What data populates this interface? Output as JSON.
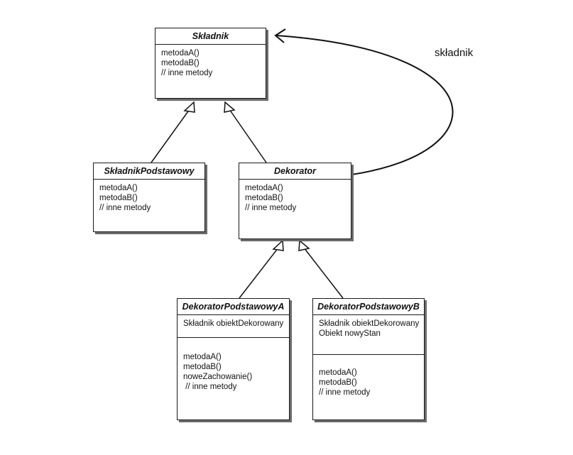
{
  "classes": {
    "skladnik": {
      "name": "Składnik",
      "methods": [
        "metodaA()",
        "metodaB()",
        "// inne metody"
      ]
    },
    "skladnik_podstawowy": {
      "name": "SkładnikPodstawowy",
      "methods": [
        "metodaA()",
        "metodaB()",
        "// inne metody"
      ]
    },
    "dekorator": {
      "name": "Dekorator",
      "methods": [
        "metodaA()",
        "metodaB()",
        "// inne metody"
      ]
    },
    "dekorator_a": {
      "name": "DekoratorPodstawowyA",
      "attributes": [
        "Składnik obiektDekorowany"
      ],
      "methods": [
        "metodaA()",
        "metodaB()",
        "noweZachowanie()",
        " // inne metody"
      ]
    },
    "dekorator_b": {
      "name": "DekoratorPodstawowyB",
      "attributes": [
        "Składnik obiektDekorowany",
        "Obiekt nowyStan"
      ],
      "methods": [
        "metodaA()",
        "metodaB()",
        "// inne metody"
      ]
    }
  },
  "association": {
    "label": "składnik"
  },
  "relations": [
    {
      "from": "SkładnikPodstawowy",
      "to": "Składnik",
      "type": "inheritance"
    },
    {
      "from": "Dekorator",
      "to": "Składnik",
      "type": "inheritance"
    },
    {
      "from": "DekoratorPodstawowyA",
      "to": "Dekorator",
      "type": "inheritance"
    },
    {
      "from": "DekoratorPodstawowyB",
      "to": "Dekorator",
      "type": "inheritance"
    },
    {
      "from": "Dekorator",
      "to": "Składnik",
      "type": "association"
    }
  ]
}
